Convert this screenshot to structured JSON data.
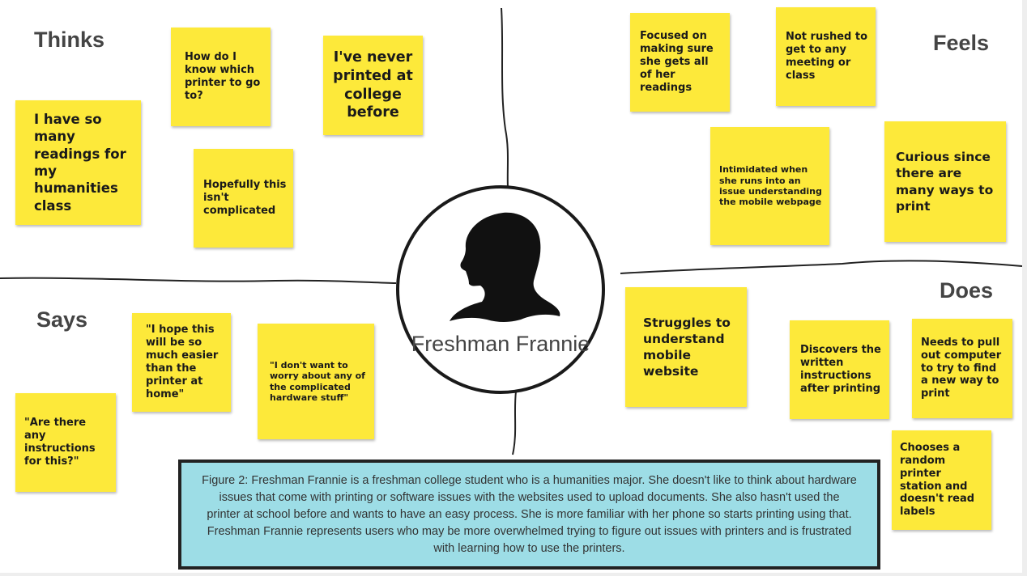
{
  "quadrants": {
    "thinks": "Thinks",
    "feels": "Feels",
    "says": "Says",
    "does": "Does"
  },
  "persona": {
    "name": "Freshman Frannie",
    "icon": "woman-silhouette-icon"
  },
  "notes": {
    "thinks": [
      "How do I know which printer to go to?",
      "I've never printed at college before",
      "I have so many readings for my humanities class",
      "Hopefully this isn't complicated"
    ],
    "feels": [
      "Focused on making sure she gets all of her readings",
      "Not rushed to get to any meeting or class",
      "Intimidated when she runs into an issue understanding the mobile webpage",
      "Curious since there are many ways to print"
    ],
    "says": [
      "\"I hope this will be so much easier than the printer at home\"",
      "\"I don't want to worry about any of the complicated hardware stuff\"",
      "\"Are there any instructions for this?\""
    ],
    "does": [
      "Struggles to understand mobile website",
      "Discovers the written instructions after printing",
      "Needs to pull out computer to try to find a new way to print",
      "Chooses a random printer station and doesn't read labels"
    ]
  },
  "caption": "Figure 2:  Freshman Frannie is a freshman college student who is a humanities major. She doesn't like to think about hardware issues that come with printing or software issues with the websites used to upload documents. She also hasn't used the printer at school before and wants to have an easy process. She is more familiar with her phone so starts printing using that. Freshman Frannie represents users who may be more overwhelmed trying to figure out issues with printers and is frustrated with learning how to use the printers.",
  "colors": {
    "sticky_note": "#fde93a",
    "caption_background": "#9ddde6",
    "border": "#1a1a1a"
  }
}
